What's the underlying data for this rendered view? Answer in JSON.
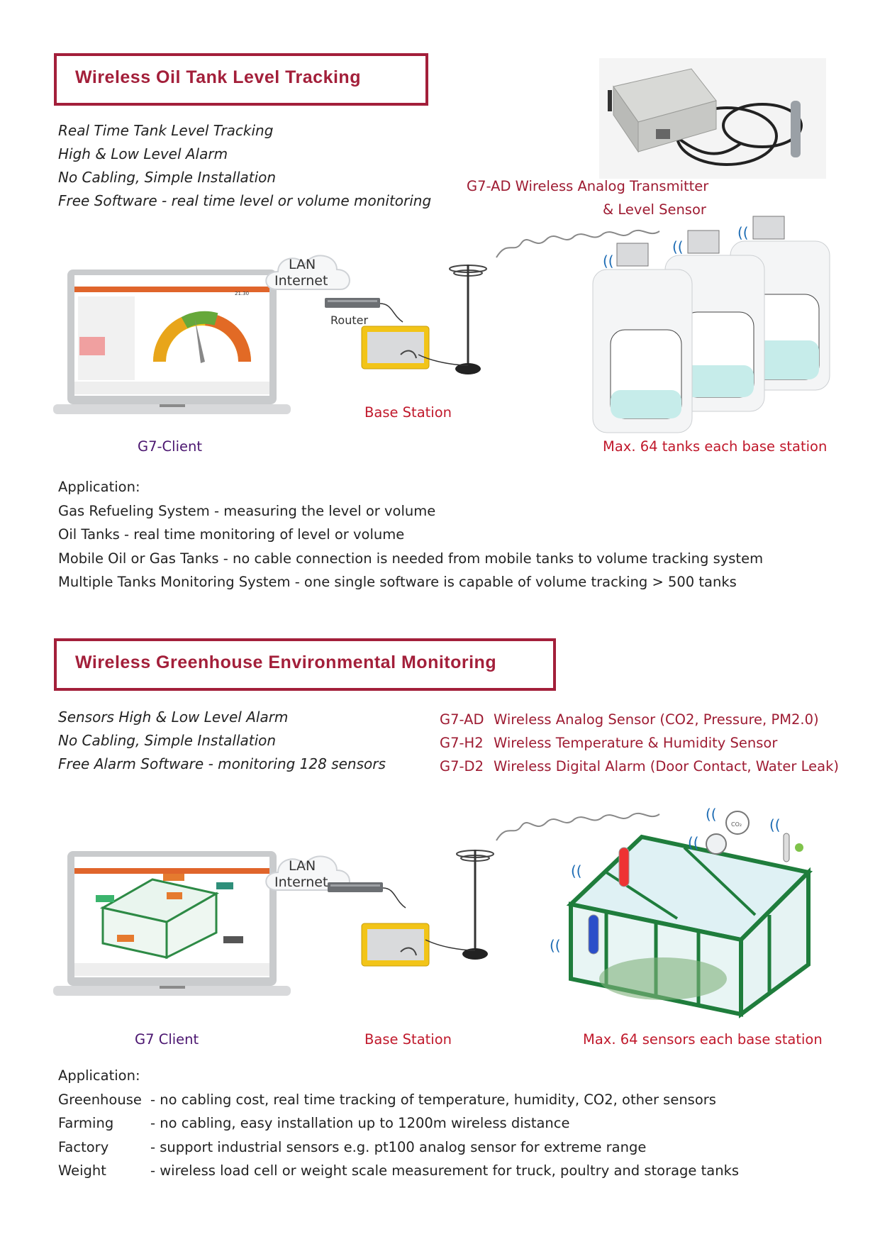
{
  "section1": {
    "title": "Wireless Oil Tank Level Tracking",
    "features": [
      "Real Time Tank Level Tracking",
      "High & Low Level Alarm",
      "No Cabling, Simple Installation",
      "Free Software - real time level or volume monitoring"
    ],
    "transmitter_caption_line1": "G7-AD Wireless Analog Transmitter",
    "transmitter_caption_line2": "& Level Sensor",
    "diagram": {
      "lan_line1": "LAN",
      "lan_line2": "Internet",
      "router_label": "Router",
      "base_station_label": "Base Station",
      "client_label": "G7-Client",
      "tanks_label": "Max. 64 tanks each base station",
      "gauge_value": "21.30"
    },
    "application_heading": "Application:",
    "applications": [
      "Gas Refueling System - measuring the level or volume",
      "Oil Tanks - real time monitoring of level or volume",
      "Mobile Oil or Gas Tanks - no cable connection is needed from mobile tanks to volume tracking system",
      "Multiple Tanks Monitoring System - one single software is capable of volume tracking > 500 tanks"
    ]
  },
  "section2": {
    "title": "Wireless Greenhouse Environmental Monitoring",
    "features": [
      "Sensors High & Low Level Alarm",
      "No Cabling, Simple Installation",
      "Free Alarm Software - monitoring 128 sensors"
    ],
    "sensors": [
      {
        "code": "G7-AD",
        "desc": "Wireless Analog Sensor (CO2, Pressure, PM2.0)"
      },
      {
        "code": "G7-H2",
        "desc": "Wireless Temperature & Humidity Sensor"
      },
      {
        "code": "G7-D2",
        "desc": "Wireless Digital Alarm (Door Contact, Water Leak)"
      }
    ],
    "diagram": {
      "lan_line1": "LAN",
      "lan_line2": "Internet",
      "client_label": "G7 Client",
      "base_station_label": "Base Station",
      "sensors_label": "Max. 64 sensors each base station",
      "co2_label": "CO₂"
    },
    "application_heading": "Application:",
    "applications": [
      {
        "name": "Greenhouse",
        "desc": "- no cabling cost, real time tracking of temperature, humidity, CO2, other sensors"
      },
      {
        "name": "Farming",
        "desc": "- no cabling, easy installation up to 1200m wireless distance"
      },
      {
        "name": "Factory",
        "desc": "- support industrial sensors e.g. pt100 analog sensor for extreme range"
      },
      {
        "name": "Weight",
        "desc": "- wireless load cell or weight scale measurement for truck, poultry and storage tanks"
      }
    ]
  }
}
